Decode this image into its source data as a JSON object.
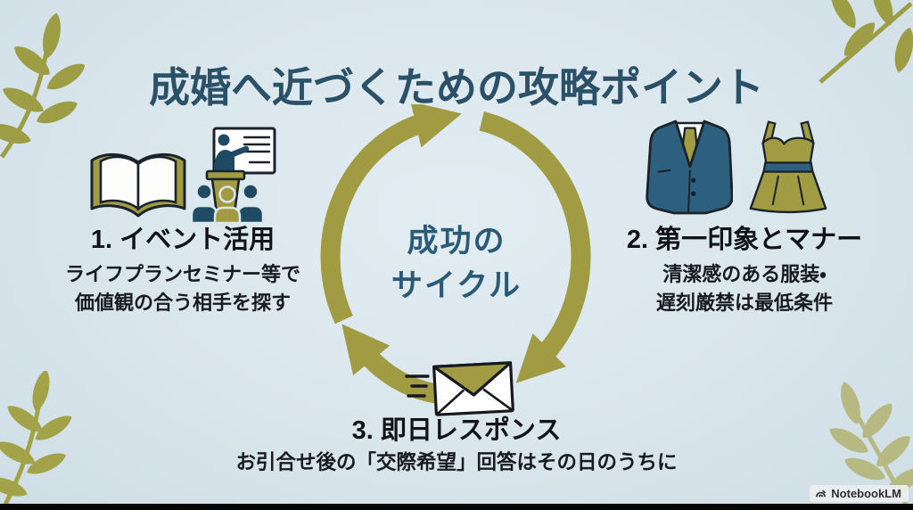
{
  "title": "成婚へ近づくための攻略ポイント",
  "center_label": {
    "line1": "成功の",
    "line2": "サイクル"
  },
  "points": [
    {
      "heading": "1. イベント活用",
      "sub": [
        "ライフプランセミナー等で",
        "価値観の合う相手を探す"
      ],
      "icons": [
        "open-book-icon",
        "seminar-presentation-icon"
      ]
    },
    {
      "heading": "2. 第一印象とマナー",
      "sub": [
        "清潔感のある服装・",
        "遅刻厳禁は最低条件"
      ],
      "icons": [
        "suit-jacket-icon",
        "dress-icon"
      ]
    },
    {
      "heading": "3. 即日レスポンス",
      "sub": [
        "お引合せ後の「交際希望」回答はその日のうちに"
      ],
      "icons": [
        "envelope-icon"
      ]
    }
  ],
  "cycle": {
    "icon": "clockwise-cycle-arrows-icon",
    "direction": "clockwise",
    "segments": 3
  },
  "decorations": {
    "corners": [
      "top-left-olive-branch",
      "top-right-olive-branch",
      "bottom-left-olive-branch",
      "bottom-right-olive-branch"
    ]
  },
  "watermark": {
    "label": "NotebookLM",
    "icon": "notebooklm-logo-icon"
  },
  "colors": {
    "background": "#d9e6ec",
    "title_text": "#2b5169",
    "center_text": "#2a5a75",
    "body_text": "#14181c",
    "olive": "#a19c43",
    "olive_leaf": "#9c9d44",
    "olive_leaf_light": "#b7b983",
    "teal": "#2d607e",
    "navy": "#1f4a63",
    "outline": "#1a232b",
    "footer_bar": "#070707",
    "watermark_bg": "#eceff1",
    "watermark_text": "#2e2e2e"
  }
}
